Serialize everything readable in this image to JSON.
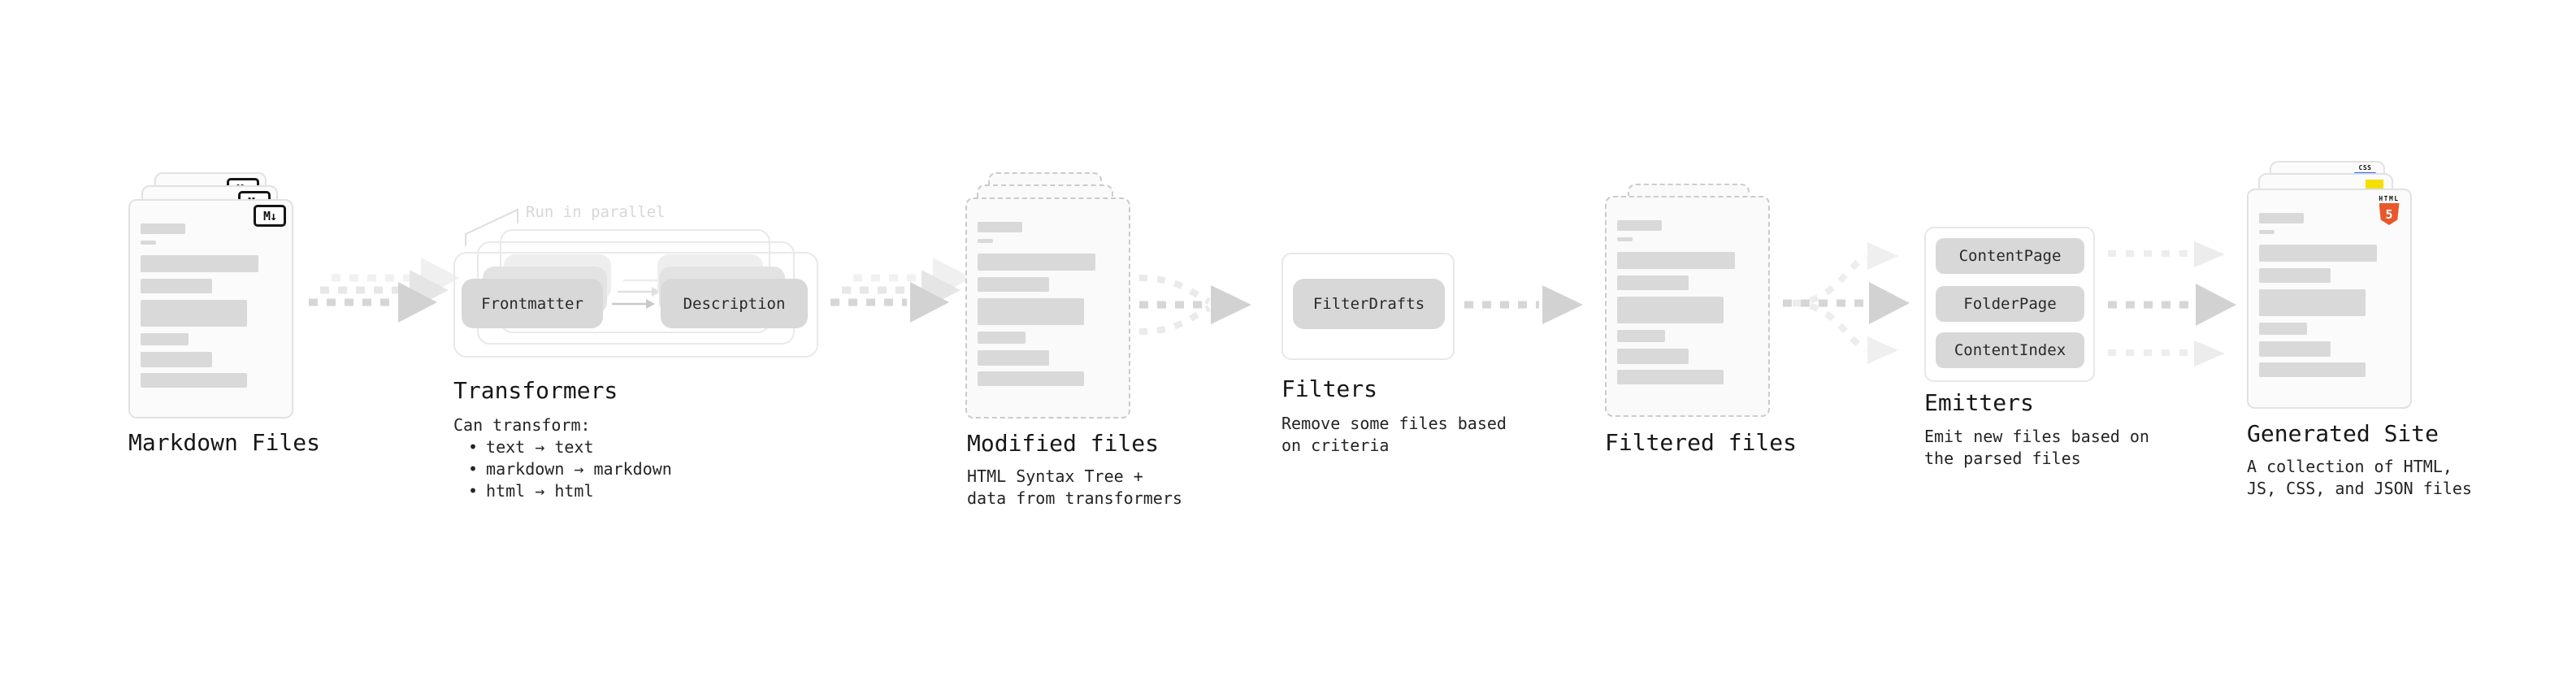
{
  "stages": {
    "markdown_files": {
      "title": "Markdown Files",
      "badge": "M↓"
    },
    "transformers": {
      "title": "Transformers",
      "note": "Run in parallel",
      "pill_left": "Frontmatter",
      "pill_right": "Description",
      "desc_heading": "Can transform:",
      "bullet_char": "•",
      "bullets": [
        "text → text",
        "markdown → markdown",
        "html → html"
      ]
    },
    "modified_files": {
      "title": "Modified files",
      "desc_line1": "HTML Syntax Tree +",
      "desc_line2": "data from transformers"
    },
    "filters": {
      "title": "Filters",
      "pill": "FilterDrafts",
      "desc_line1": "Remove some files based",
      "desc_line2": "on criteria"
    },
    "filtered_files": {
      "title": "Filtered files"
    },
    "emitters": {
      "title": "Emitters",
      "pills": [
        "ContentPage",
        "FolderPage",
        "ContentIndex"
      ],
      "desc_line1": "Emit new files based on",
      "desc_line2": "the parsed files"
    },
    "generated_site": {
      "title": "Generated Site",
      "desc_line1": "A collection of HTML,",
      "desc_line2": "JS, CSS, and JSON files",
      "css_badge": "CSS",
      "html_badge": "HTML",
      "html_number": "5"
    }
  },
  "colors": {
    "pill_bg": "#d8d8d8",
    "doc_bar": "#d9d9d9",
    "arrow_dark": "#d4d4d4",
    "arrow_light": "#ededed",
    "html5_orange": "#e8582c",
    "js_yellow": "#f6de00",
    "css_blue": "#2962ff",
    "note_gray": "#d7d7d7"
  }
}
